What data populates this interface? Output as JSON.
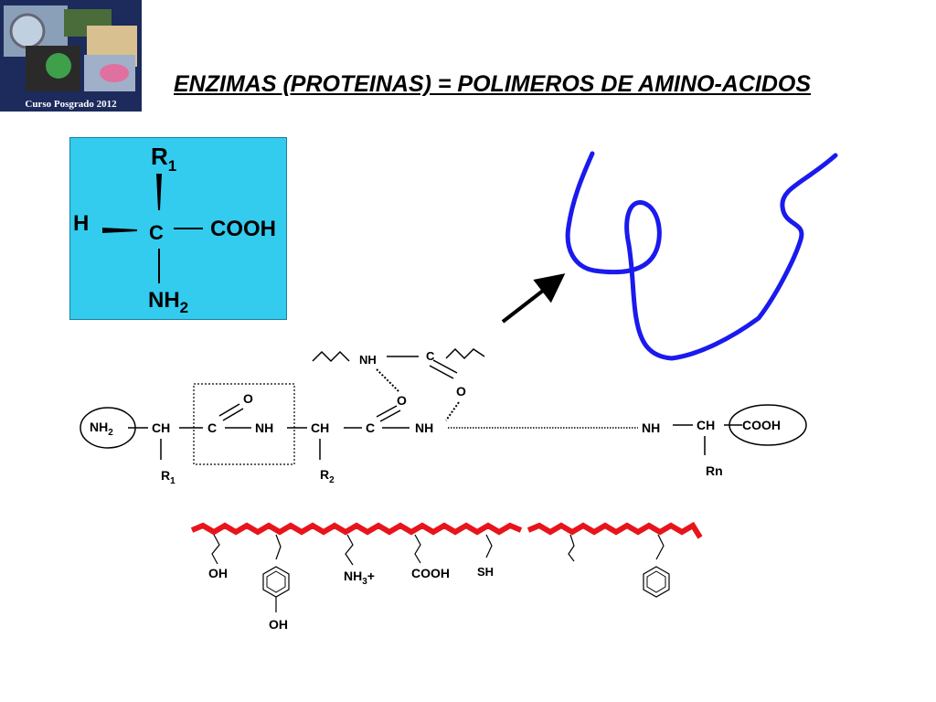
{
  "slide": {
    "title": "ENZIMAS (PROTEINAS) = POLIMEROS DE AMINO-ACIDOS",
    "logo_caption": "Curso Posgrado 2012"
  },
  "amino_acid": {
    "r1": "R",
    "r1_sub": "1",
    "h": "H",
    "c": "C",
    "cooh": "COOH",
    "nh2": "NH",
    "nh2_sub": "2"
  },
  "peptide": {
    "upper_nh": "NH",
    "upper_c": "C",
    "upper_o": "O",
    "o1": "O",
    "o2": "O",
    "nh2": "NH",
    "nh2_sub": "2",
    "ch1": "CH",
    "c1": "C",
    "nh1": "NH",
    "ch2": "CH",
    "c2": "C",
    "nh2b": "NH",
    "nh3": "NH",
    "ch3": "CH",
    "cooh": "COOH",
    "r1": "R",
    "r1_sub": "1",
    "r2": "R",
    "r2_sub": "2",
    "rn": "Rn"
  },
  "side_chains": {
    "oh1": "OH",
    "oh2": "OH",
    "nh3": "NH",
    "nh3_sub": "3",
    "nh3_charge": "+",
    "cooh": "COOH",
    "sh": "SH"
  },
  "colors": {
    "box_fill": "#33ccee",
    "backbone_red": "#e8141c",
    "coil_blue": "#1a1aee",
    "logo_bg": "#1c2a5c"
  }
}
